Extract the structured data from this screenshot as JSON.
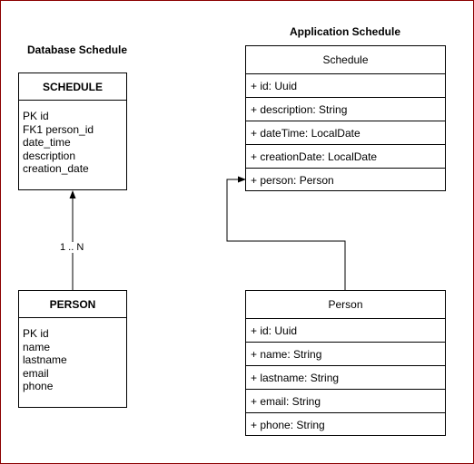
{
  "database_title": "Database Schedule",
  "application_title": "Application Schedule",
  "db_schedule": {
    "name": "SCHEDULE",
    "fields": [
      "PK id",
      "FK1 person_id",
      "date_time",
      "description",
      "creation_date"
    ]
  },
  "db_person": {
    "name": "PERSON",
    "fields": [
      "PK id",
      "name",
      "lastname",
      "email",
      "phone"
    ]
  },
  "relationship_label": "1 .. N",
  "app_schedule": {
    "name": "Schedule",
    "attributes": [
      "+ id: Uuid",
      "+ description: String",
      "+ dateTime: LocalDate",
      "+ creationDate: LocalDate",
      "+ person: Person"
    ]
  },
  "app_person": {
    "name": "Person",
    "attributes": [
      "+ id: Uuid",
      "+ name: String",
      "+ lastname: String",
      "+ email: String",
      "+ phone: String"
    ]
  }
}
